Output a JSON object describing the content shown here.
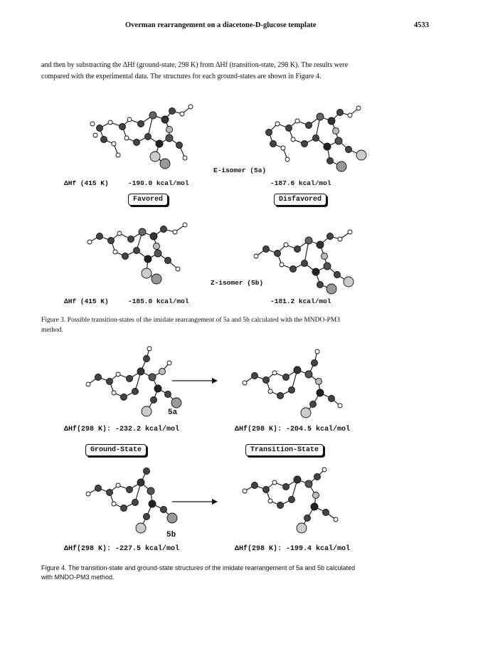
{
  "header": {
    "title": "Overman rearrangement on a diacetone-D-glucose template",
    "page_number": "4533"
  },
  "intro_paragraph": {
    "line1": "and then by substracting the ΔHf (ground-state, 298 K) from ΔHf (transition-state, 298 K). The results were",
    "line2": "compared with the experimental data. The structures for each ground-states are shown in Figure 4."
  },
  "figure3": {
    "e_isomer_label": "E-isomer (5a)",
    "z_isomer_label": "Z-isomer (5b)",
    "row1_left_prefix": "ΔHf (415 K)",
    "row1_left_value": "-190.0 kcal/mol",
    "row1_right_value": "-187.6 kcal/mol",
    "row2_left_prefix": "ΔHf (415 K)",
    "row2_left_value": "-185.0 kcal/mol",
    "row2_right_value": "-181.2 kcal/mol",
    "favored_label": "Favored",
    "disfavored_label": "Disfavored",
    "caption_line1": "Figure 3. Possible transition-states of the imidate rearrangement of 5a and 5b calculated with the MNDO-PM3",
    "caption_line2": "method."
  },
  "figure4": {
    "compound_a": "5a",
    "compound_b": "5b",
    "row1_left": "ΔHf(298 K): -232.2 kcal/mol",
    "row1_right": "ΔHf(298 K): -204.5 kcal/mol",
    "row2_left": "ΔHf(298 K): -227.5 kcal/mol",
    "row2_right": "ΔHf(298 K): -199.4 kcal/mol",
    "ground_state_label": "Ground-State",
    "transition_state_label": "Transition-State",
    "caption_line1": "Figure 4. The transition-state and ground-state structures of the imidate rearrangement of 5a and 5b calculated",
    "caption_line2": "with MNDO-PM3 method."
  }
}
